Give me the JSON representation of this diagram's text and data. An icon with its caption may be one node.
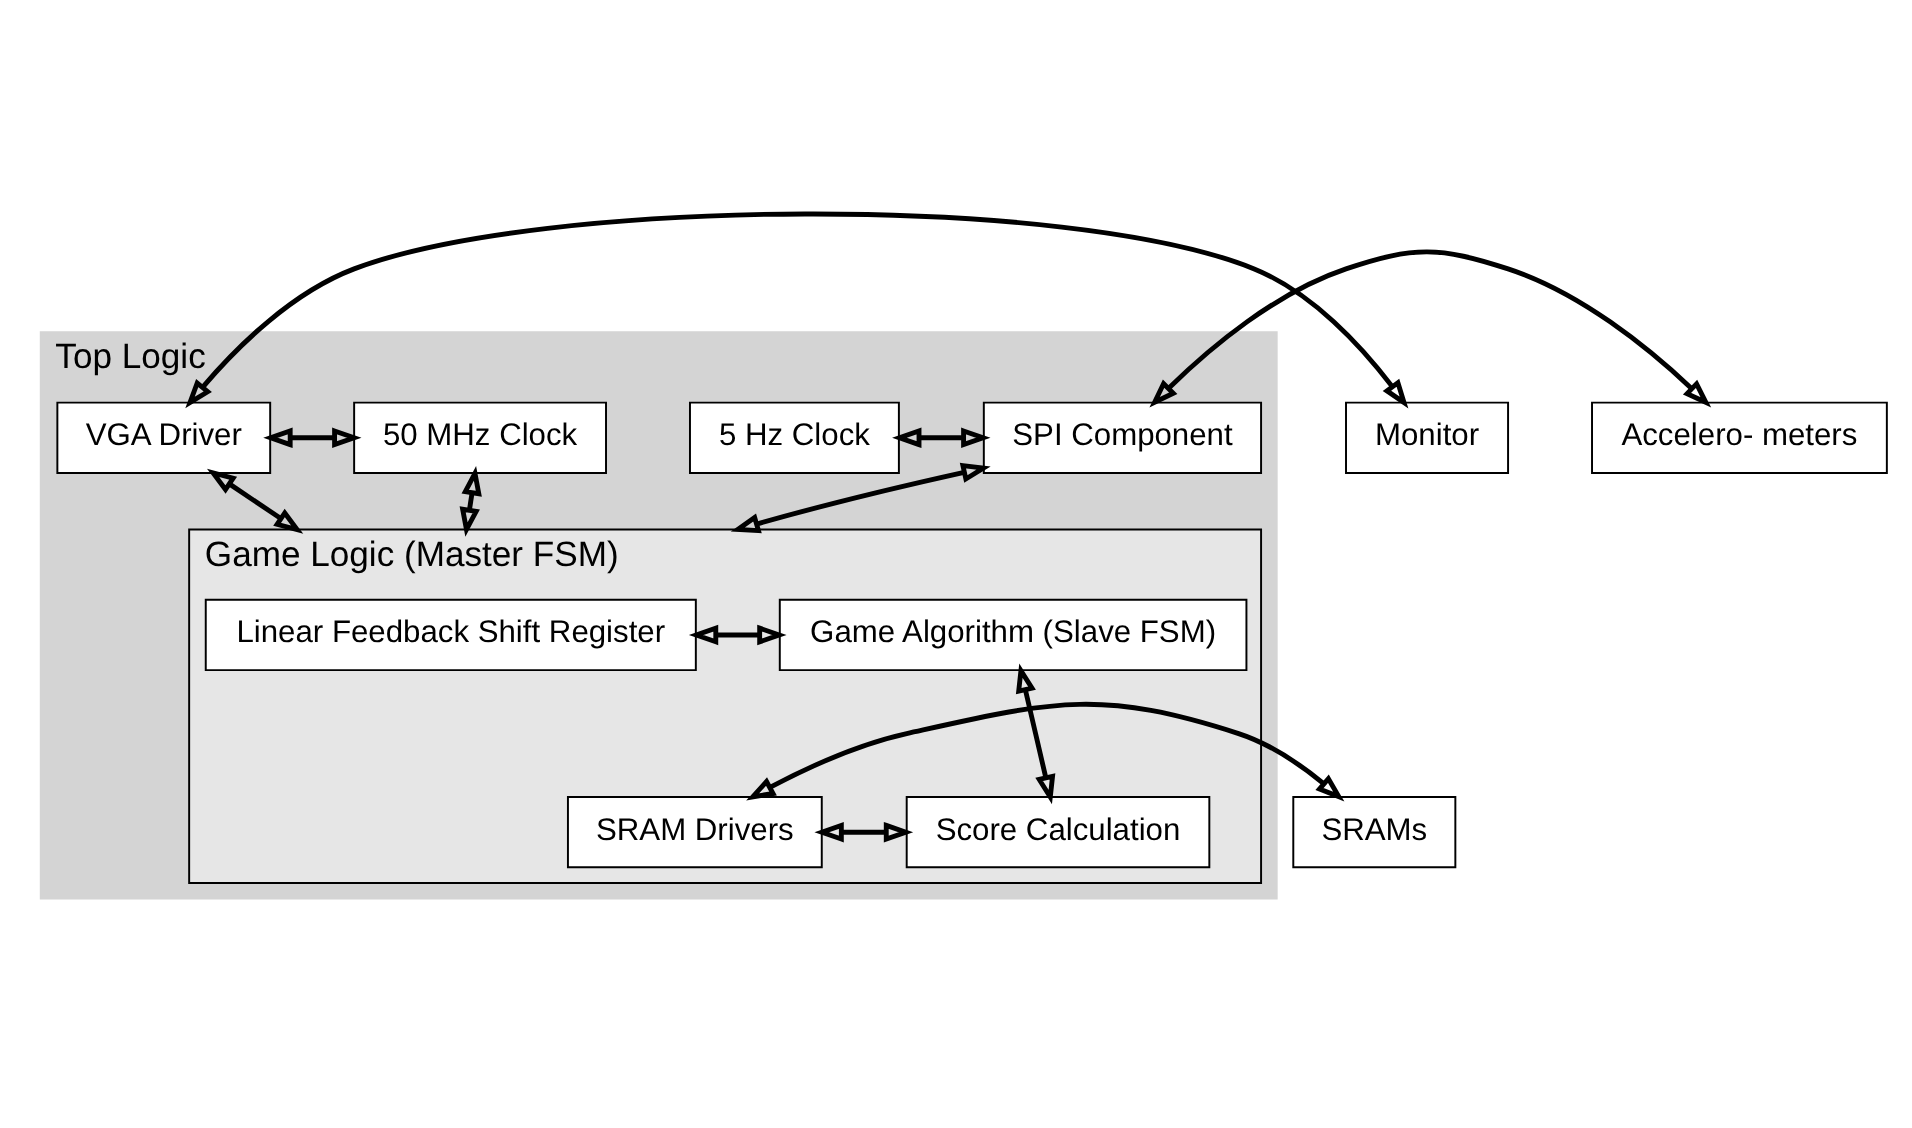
{
  "diagram": {
    "nodes": [
      {
        "text": [
          "Top Logic"
        ]
      },
      {
        "text": [
          "Monitor"
        ]
      },
      {
        "text": [
          "VGA Driver"
        ],
        "in": 0
      },
      {
        "text": [
          "50 MHz Clock"
        ],
        "in": 0
      },
      {
        "text": [
          "5 Hz Clock"
        ],
        "in": 0
      },
      {
        "text": [
          "SPI Component"
        ],
        "in": 0
      },
      {
        "text": [
          "Accelero- meters"
        ]
      },
      {
        "text": [
          "Game Logic (Master FSM)"
        ],
        "in": 0
      },
      {
        "text": [
          "Linear Feedback Shift Register"
        ],
        "in": 7
      },
      {
        "text": [
          "Game Algorithm (Slave FSM)"
        ],
        "in": 7
      },
      {
        "text": [
          "SRAMs"
        ]
      },
      {
        "text": [
          "SRAM Drivers"
        ],
        "in": 7
      },
      {
        "text": [
          "Score Calculation"
        ],
        "in": 7
      }
    ],
    "edges": [
      {
        "from": 1,
        "to": 2,
        "arrow": "both"
      },
      {
        "from": 2,
        "to": 3,
        "arrow": "both"
      },
      {
        "from": 4,
        "to": 5,
        "arrow": "both"
      },
      {
        "from": 5,
        "to": 6,
        "arrow": "both"
      },
      {
        "from": 2,
        "to": 7,
        "arrow": "both"
      },
      {
        "from": 3,
        "to": 7,
        "arrow": "both"
      },
      {
        "from": 5,
        "to": 7,
        "arrow": "both"
      },
      {
        "from": 8,
        "to": 9,
        "arrow": "both"
      },
      {
        "from": 9,
        "to": 12,
        "arrow": "both"
      },
      {
        "from": 10,
        "to": 11,
        "arrow": "both"
      },
      {
        "from": 11,
        "to": 12,
        "arrow": "both"
      }
    ]
  }
}
